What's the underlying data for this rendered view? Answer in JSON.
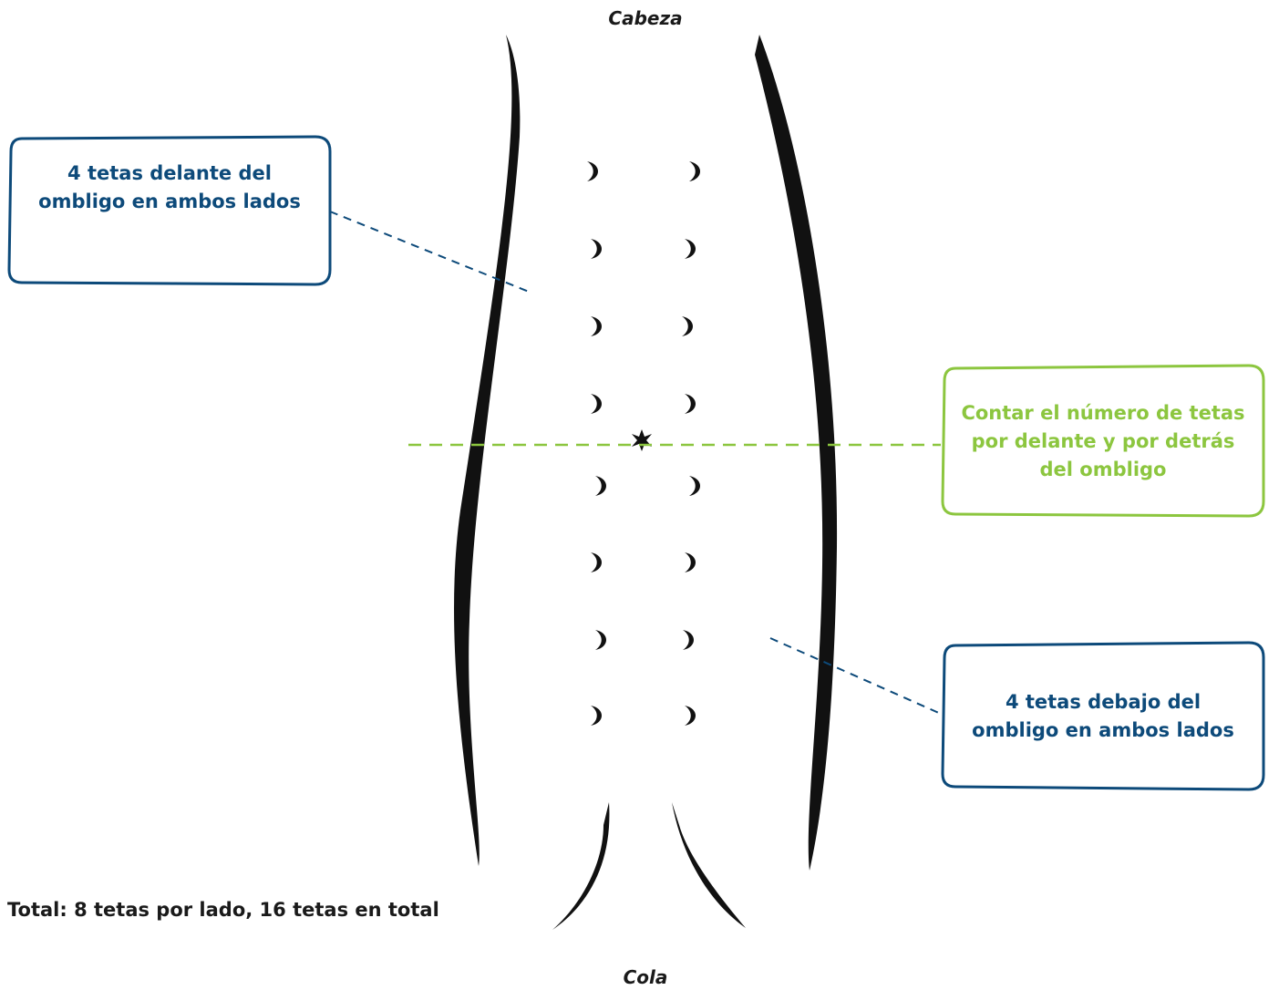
{
  "labels": {
    "head": "Cabeza",
    "tail": "Cola"
  },
  "callouts": {
    "front": "4 tetas delante del ombligo en ambos lados",
    "navel": "Contar el número de tetas por delante y por detrás del ombligo",
    "back": "4 tetas debajo del ombligo en ambos lados"
  },
  "total": "Total: 8 tetas por lado, 16 tetas en total",
  "teats": {
    "per_side": 8,
    "front_of_navel_per_side": 4,
    "behind_navel_per_side": 4
  },
  "colors": {
    "blue": "#0d4a7a",
    "green": "#8cc63f",
    "ink": "#1a1a1a"
  }
}
